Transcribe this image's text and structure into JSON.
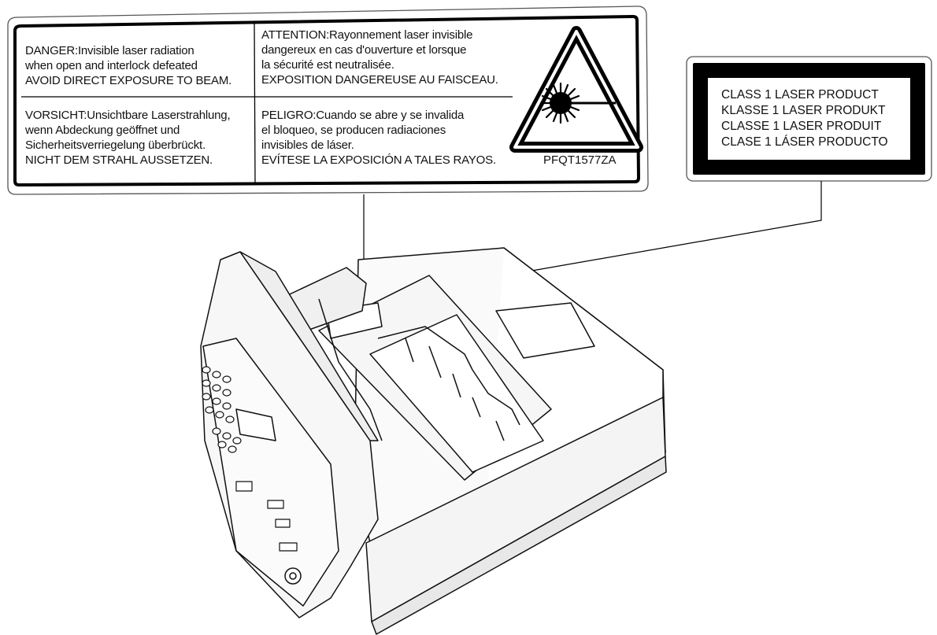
{
  "danger_label": {
    "en": [
      "DANGER:Invisible laser radiation",
      "when open and interlock defeated",
      "AVOID DIRECT EXPOSURE TO BEAM."
    ],
    "fr": [
      "ATTENTION:Rayonnement laser invisible",
      "dangereux en cas d'ouverture et lorsque",
      "la sécurité est neutralisée.",
      "EXPOSITION DANGEREUSE AU FAISCEAU."
    ],
    "de": [
      "VORSICHT:Unsichtbare Laserstrahlung,",
      "wenn Abdeckung geöffnet und",
      "Sicherheitsverriegelung überbrückt.",
      "NICHT DEM STRAHL AUSSETZEN."
    ],
    "es": [
      "PELIGRO:Cuando se abre y se invalida",
      "el bloqueo, se producen radiaciones",
      "invisibles de láser.",
      "EVÍTESE LA EXPOSICIÓN A TALES RAYOS."
    ],
    "part_code": "PFQT1577ZA",
    "symbol_icon": "laser-warning-triangle-icon"
  },
  "class_label": {
    "lines": [
      "CLASS 1 LASER PRODUCT",
      "KLASSE 1 LASER PRODUKT",
      "CLASSE 1 LASER PRODUIT",
      "CLASE 1 LÁSER PRODUCTO"
    ]
  },
  "device_icon": "fax-machine-open-cover-illustration",
  "colors": {
    "ink": "#111111",
    "label_border": "#000000",
    "panel_shade": "#f2f2f2"
  }
}
